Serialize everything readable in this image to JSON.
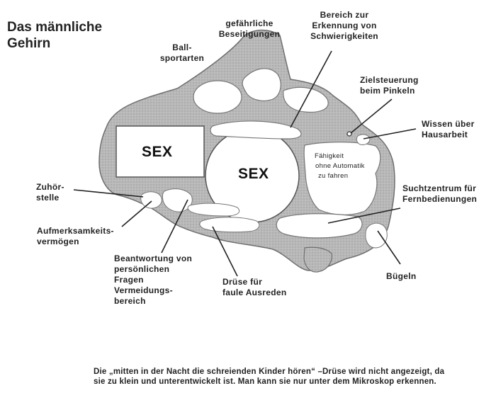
{
  "title": "Das männliche Gehirn",
  "regions": {
    "sex_left": "SEX",
    "sex_center": "SEX",
    "driving_lines": [
      "Fähigkeit",
      "ohne Automatik",
      "zu fahren"
    ]
  },
  "labels": {
    "ball": [
      "Ball-",
      "sportarten"
    ],
    "disposal": [
      "gefährliche",
      "Beseitigungen"
    ],
    "difficulties": [
      "Bereich zur",
      "Erkennung von",
      "Schwierigkeiten"
    ],
    "aiming": [
      "Zielsteuerung",
      "beim Pinkeln"
    ],
    "housework": [
      "Wissen über",
      "Hausarbeit"
    ],
    "listening": [
      "Zuhör-",
      "stelle"
    ],
    "attention": [
      "Aufmerksamkeits-",
      "vermögen"
    ],
    "personal_questions": [
      "Beantwortung von",
      "persönlichen",
      "Fragen",
      "Vermeidungs-",
      "bereich"
    ],
    "excuses": [
      "Drüse für",
      "faule Ausreden"
    ],
    "remote": [
      "Suchtzentrum für",
      "Fernbedienungen"
    ],
    "ironing": [
      "Bügeln"
    ]
  },
  "caption": "Die „mitten in der Nacht die schreienden Kinder hören“ –Drüse wird nicht angezeigt, da sie zu klein und unterentwickelt ist. Man kann sie nur unter dem Mikroskop erkennen."
}
